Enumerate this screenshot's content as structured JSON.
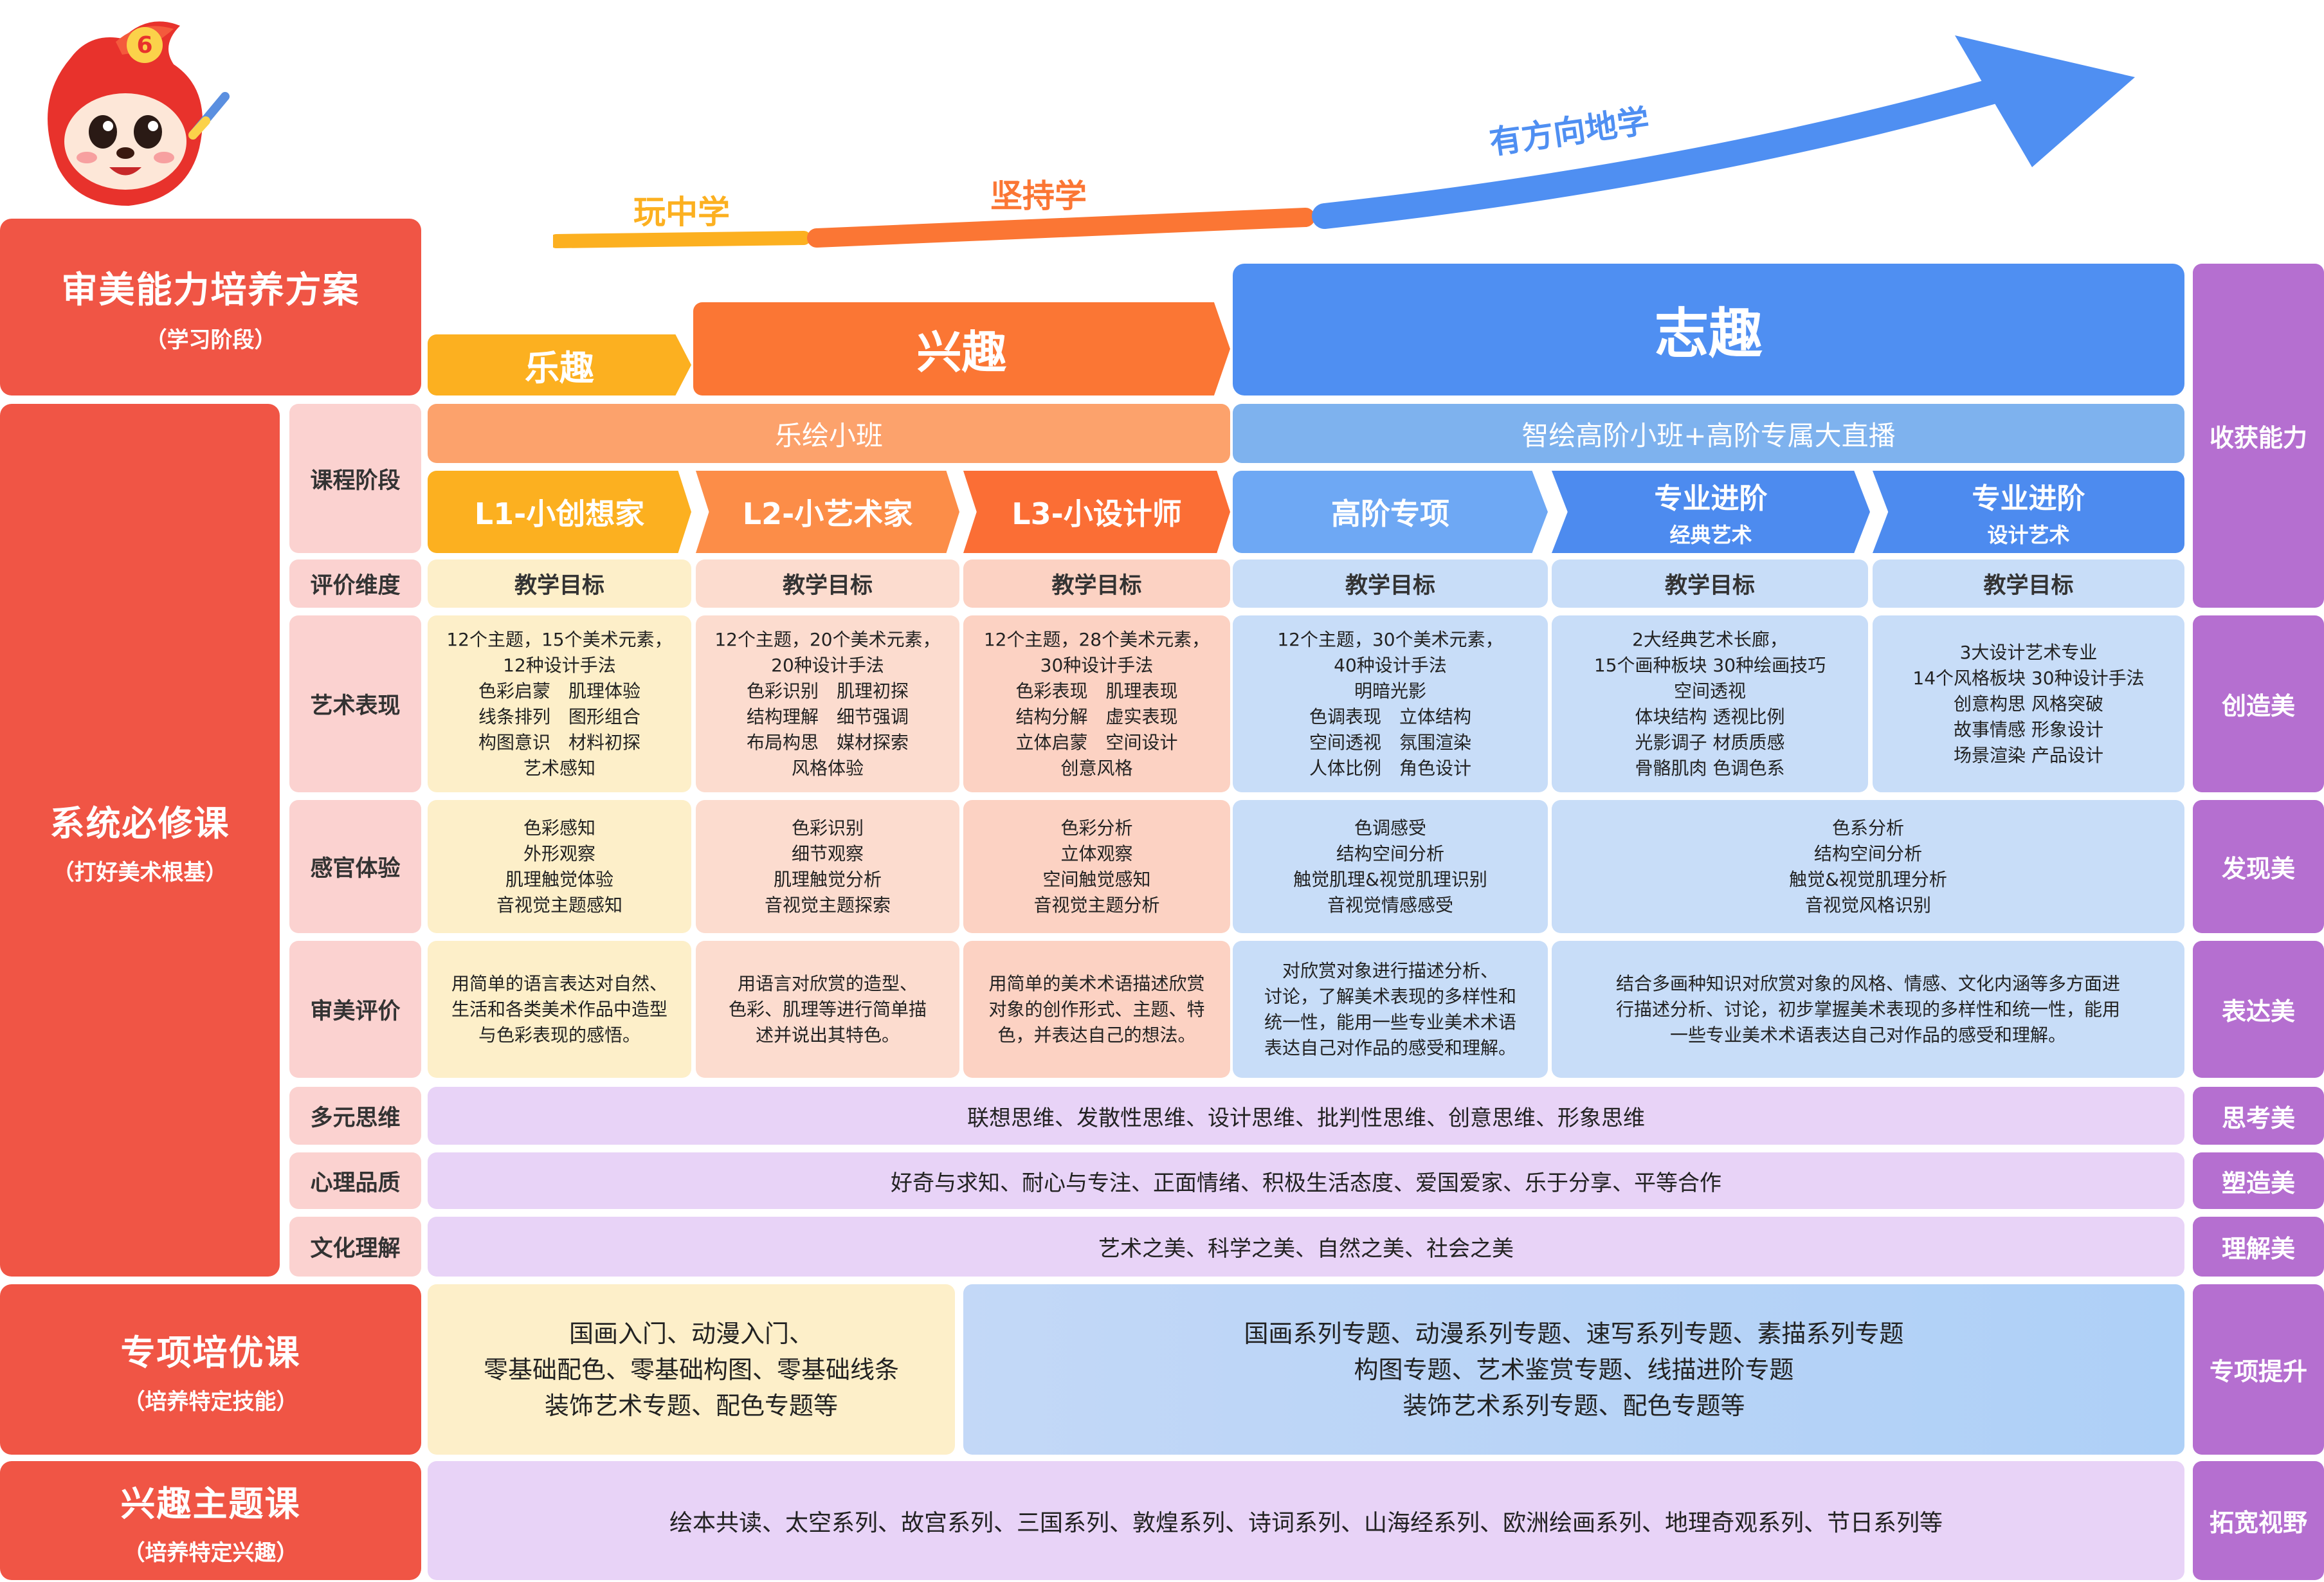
{
  "header": {
    "title": "审美能力培养方案",
    "subtitle": "（学习阶段）"
  },
  "progress_arrow": {
    "labels": [
      "玩中学",
      "坚持学",
      "有方向地学"
    ]
  },
  "stages": [
    "乐趣",
    "兴趣",
    "志趣"
  ],
  "sections": {
    "required": {
      "title": "系统必修课",
      "subtitle": "（打好美术根基）"
    },
    "special": {
      "title": "专项培优课",
      "subtitle": "（培养特定技能）"
    },
    "interest": {
      "title": "兴趣主题课",
      "subtitle": "（培养特定兴趣）"
    }
  },
  "row_labels": {
    "course_stage": "课程阶段",
    "eval_dim": "评价维度",
    "art": "艺术表现",
    "sense": "感官体验",
    "aesthetic": "审美评价",
    "thinking": "多元思维",
    "psych": "心理品质",
    "culture": "文化理解"
  },
  "bands": {
    "orange": "乐绘小班",
    "blue": "智绘高阶小班+高阶专属大直播"
  },
  "levels": {
    "l1": "L1-小创想家",
    "l2": "L2-小艺术家",
    "l3": "L3-小设计师",
    "l4": "高阶专项",
    "l5_main": "专业进阶",
    "l5_sub": "经典艺术",
    "l6_main": "专业进阶",
    "l6_sub": "设计艺术"
  },
  "goal_label": "教学目标",
  "art_cells": [
    [
      "12个主题，15个美术元素，",
      "12种设计手法",
      "色彩启蒙　肌理体验",
      "线条排列　图形组合",
      "构图意识　材料初探",
      "艺术感知"
    ],
    [
      "12个主题，20个美术元素，",
      "20种设计手法",
      "色彩识别　肌理初探",
      "结构理解　细节强调",
      "布局构思　媒材探索",
      "风格体验"
    ],
    [
      "12个主题，28个美术元素，",
      "30种设计手法",
      "色彩表现　肌理表现",
      "结构分解　虚实表现",
      "立体启蒙　空间设计",
      "创意风格"
    ],
    [
      "12个主题，30个美术元素，",
      "40种设计手法",
      "明暗光影",
      "色调表现　立体结构",
      "空间透视　氛围渲染",
      "人体比例　角色设计"
    ],
    [
      "2大经典艺术长廊，",
      "15个画种板块  30种绘画技巧",
      "空间透视",
      "体块结构  透视比例",
      "光影调子  材质质感",
      "骨骼肌肉  色调色系"
    ],
    [
      "3大设计艺术专业",
      "14个风格板块  30种设计手法",
      "创意构思  风格突破",
      "故事情感  形象设计",
      "场景渲染  产品设计"
    ]
  ],
  "sense_cells": [
    [
      "色彩感知",
      "外形观察",
      "肌理触觉体验",
      "音视觉主题感知"
    ],
    [
      "色彩识别",
      "细节观察",
      "肌理触觉分析",
      "音视觉主题探索"
    ],
    [
      "色彩分析",
      "立体观察",
      "空间触觉感知",
      "音视觉主题分析"
    ],
    [
      "色调感受",
      "结构空间分析",
      "触觉肌理&视觉肌理识别",
      "音视觉情感感受"
    ],
    [
      "色系分析",
      "结构空间分析",
      "触觉&视觉肌理分析",
      "音视觉风格识别"
    ]
  ],
  "aesthetic_cells": [
    [
      "用简单的语言表达对自然、",
      "生活和各类美术作品中造型",
      "与色彩表现的感悟。"
    ],
    [
      "用语言对欣赏的造型、",
      "色彩、肌理等进行简单描",
      "述并说出其特色。"
    ],
    [
      "用简单的美术术语描述欣赏",
      "对象的创作形式、主题、特",
      "色，并表达自己的想法。"
    ],
    [
      "对欣赏对象进行描述分析、",
      "讨论，了解美术表现的多样性和",
      "统一性，能用一些专业美术术语",
      "表达自己对作品的感受和理解。"
    ],
    [
      "结合多画种知识对欣赏对象的风格、情感、文化内涵等多方面进",
      "行描述分析、讨论，初步掌握美术表现的多样性和统一性，能用",
      "一些专业美术术语表达自己对作品的感受和理解。"
    ]
  ],
  "thinking_text": "联想思维、发散性思维、设计思维、批判性思维、创意思维、形象思维",
  "psych_text": "好奇与求知、耐心与专注、正面情绪、积极生活态度、爱国爱家、乐于分享、平等合作",
  "culture_text": "艺术之美、科学之美、自然之美、社会之美",
  "special_cells": [
    [
      "国画入门、动漫入门、",
      "零基础配色、零基础构图、零基础线条",
      "装饰艺术专题、配色专题等"
    ],
    [
      "国画系列专题、动漫系列专题、速写系列专题、素描系列专题",
      "构图专题、艺术鉴赏专题、线描进阶专题",
      "装饰艺术系列专题、配色专题等"
    ]
  ],
  "interest_text": "绘本共读、太空系列、故宫系列、三国系列、敦煌系列、诗词系列、山海经系列、欧洲绘画系列、地理奇观系列、节日系列等",
  "right_labels": [
    "收获能力",
    "创造美",
    "发现美",
    "表达美",
    "思考美",
    "塑造美",
    "理解美",
    "专项提升",
    "拓宽视野"
  ],
  "colors": {
    "red": "#f05545",
    "yellow": "#fcb020",
    "orange": "#fb7634",
    "blue": "#4f8ff2",
    "purple": "#b56fd0"
  },
  "icons": {
    "mascot": "mascot-icon",
    "arrow": "progress-arrow-icon"
  }
}
